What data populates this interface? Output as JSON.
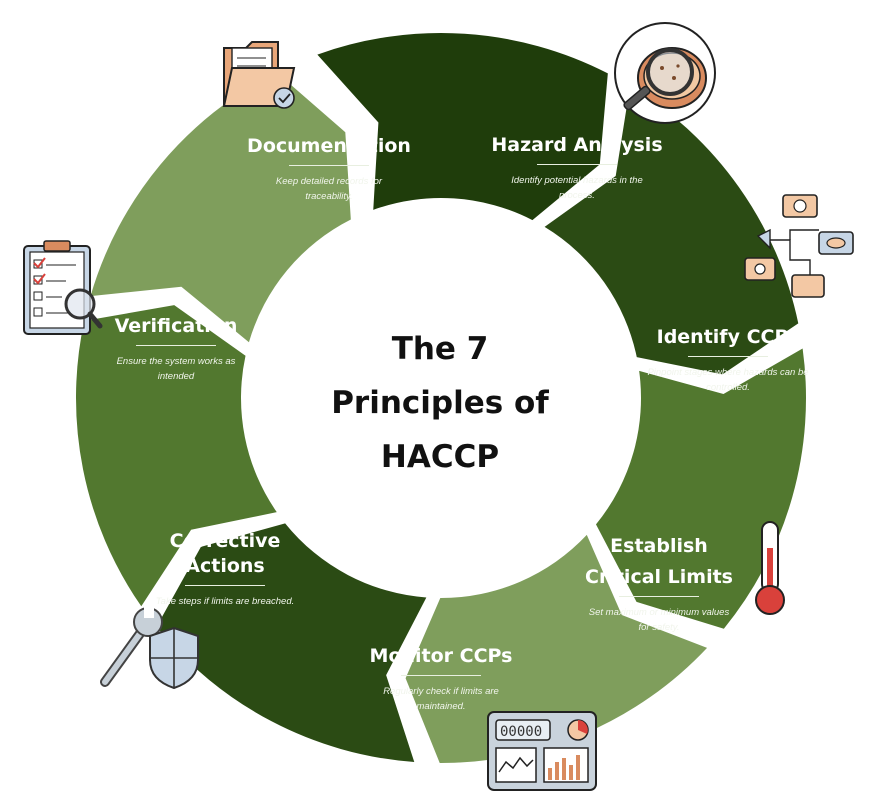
{
  "center": {
    "title_lines": [
      "The 7",
      "Principles of",
      "HACCP"
    ]
  },
  "colors": {
    "dark": "#2b4b14",
    "mid": "#52782f",
    "light": "#7f9e5c",
    "darker": "#1f3d0b"
  },
  "stages": [
    {
      "id": "hazard-analysis",
      "title": "Hazard Analysis",
      "desc": "Identify potential hazards in the process.",
      "icon": "magnifier-icon"
    },
    {
      "id": "identify-ccps",
      "title": "Identify CCPs",
      "desc": "Pinpoint stages where hazards can be controlled.",
      "icon": "flowchart-icon"
    },
    {
      "id": "critical-limits",
      "title_lines": [
        "Establish",
        "Critical Limits"
      ],
      "desc": "Set maximum or minimum values for safety.",
      "icon": "thermometer-icon"
    },
    {
      "id": "monitor-ccps",
      "title": "Monitor CCPs",
      "desc": "Regularly check if limits are maintained.",
      "icon": "dashboard-icon"
    },
    {
      "id": "corrective-actions",
      "title_lines": [
        "Corrective",
        "Actions"
      ],
      "desc": "Take steps if limits are breached.",
      "icon": "wrench-shield-icon"
    },
    {
      "id": "verification",
      "title": "Verification",
      "desc": "Ensure the system works as intended",
      "icon": "checklist-icon"
    },
    {
      "id": "documentation",
      "title": "Documentation",
      "desc": "Keep detailed records for traceability.",
      "icon": "folder-icon"
    }
  ]
}
